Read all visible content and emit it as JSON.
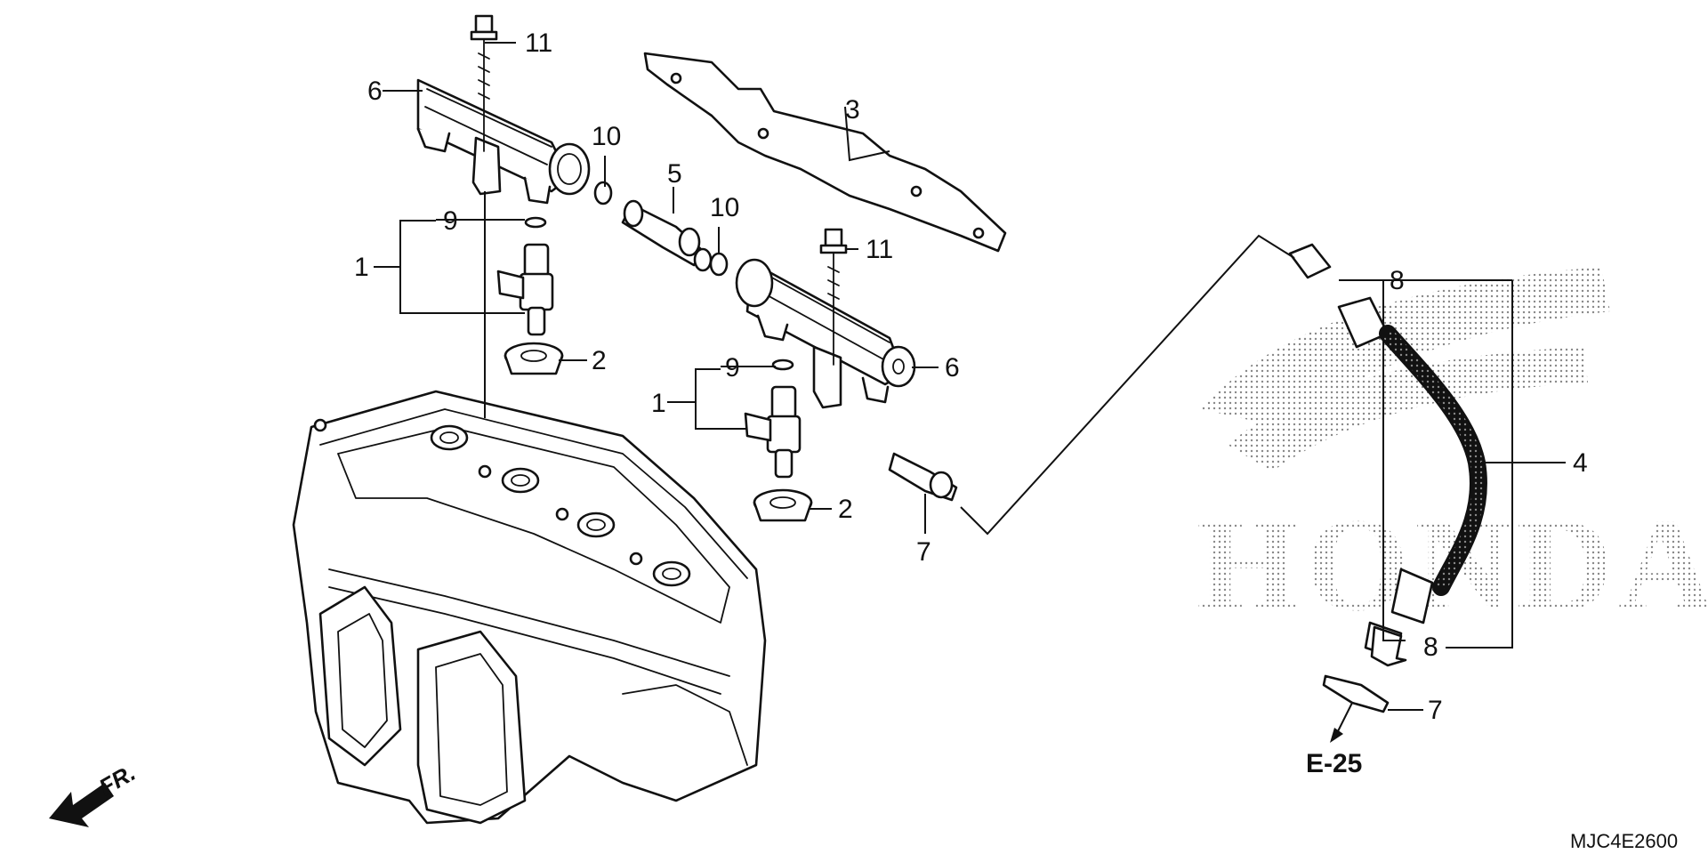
{
  "diagram": {
    "callouts": {
      "c1a": "1",
      "c1b": "1",
      "c2a": "2",
      "c2b": "2",
      "c3": "3",
      "c4": "4",
      "c5": "5",
      "c6a": "6",
      "c6b": "6",
      "c7a": "7",
      "c7b": "7",
      "c8a": "8",
      "c8b": "8",
      "c9a": "9",
      "c9b": "9",
      "c10a": "10",
      "c10b": "10",
      "c11a": "11",
      "c11b": "11"
    },
    "reference": "E-25",
    "direction_label": "FR.",
    "diagram_code": "MJC4E2600",
    "watermark": "HONDA",
    "colors": {
      "ink": "#111111",
      "watermark": "#888888",
      "background": "#ffffff"
    }
  }
}
